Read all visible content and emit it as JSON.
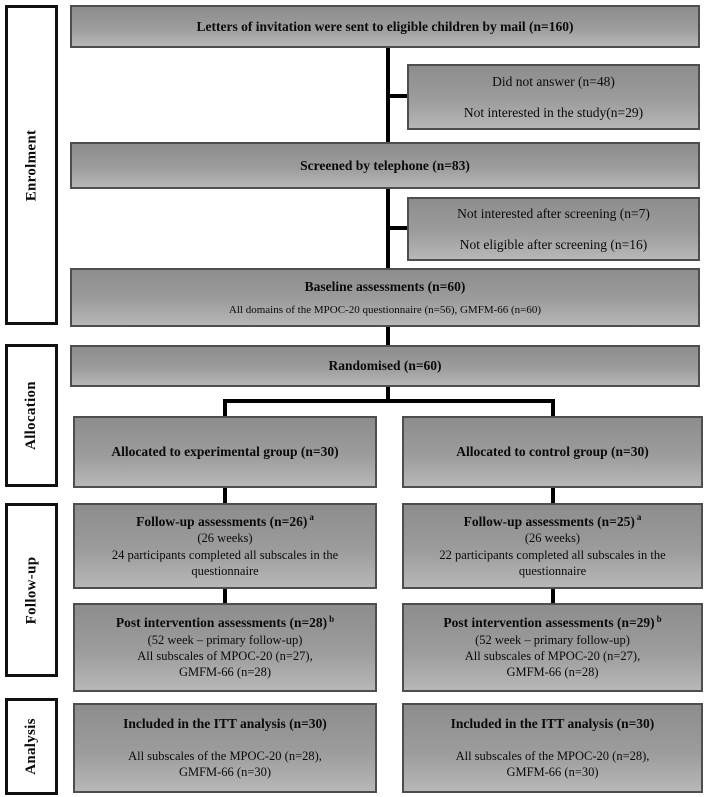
{
  "stages": [
    {
      "label": "Enrolment"
    },
    {
      "label": "Allocation"
    },
    {
      "label": "Follow-up"
    },
    {
      "label": "Analysis"
    }
  ],
  "flow": {
    "invitation": {
      "title": "Letters of invitation were sent to eligible children by mail (n=160)"
    },
    "excluded_mail": {
      "line1": "Did not answer (n=48)",
      "line2": "Not interested in the study(n=29)"
    },
    "screened": {
      "title": "Screened by telephone (n=83)"
    },
    "excluded_screening": {
      "line1": "Not interested after screening (n=7)",
      "line2": "Not eligible after screening (n=16)"
    },
    "baseline": {
      "title": "Baseline assessments (n=60)",
      "subtitle": "All domains of the MPOC-20 questionnaire (n=56), GMFM-66 (n=60)"
    },
    "randomised": {
      "title": "Randomised (n=60)"
    },
    "experimental": {
      "allocated": {
        "title": "Allocated to experimental group (n=30)"
      },
      "followup": {
        "title": "Follow-up assessments (n=26)",
        "sup": "a",
        "line1": "(26 weeks)",
        "line2": "24 participants completed all subscales in the questionnaire"
      },
      "post": {
        "title": "Post intervention assessments (n=28)",
        "sup": "b",
        "line1": "(52 week – primary follow-up)",
        "line2": "All subscales of MPOC-20 (n=27),",
        "line3": "GMFM-66 (n=28)"
      },
      "itt": {
        "title": "Included in the ITT analysis (n=30)",
        "line1": "All subscales of the MPOC-20 (n=28),",
        "line2": "GMFM-66 (n=30)"
      }
    },
    "control": {
      "allocated": {
        "title": "Allocated to control group (n=30)"
      },
      "followup": {
        "title": "Follow-up assessments (n=25)",
        "sup": "a",
        "line1": "(26 weeks)",
        "line2": "22 participants completed all subscales in the questionnaire"
      },
      "post": {
        "title": "Post intervention assessments (n=29)",
        "sup": "b",
        "line1": "(52 week – primary follow-up)",
        "line2": "All subscales of MPOC-20 (n=27),",
        "line3": "GMFM-66 (n=28)"
      },
      "itt": {
        "title": "Included in the ITT analysis (n=30)",
        "line1": "All subscales of the MPOC-20 (n=28),",
        "line2": "GMFM-66 (n=30)"
      }
    }
  },
  "colors": {
    "box_fill_top": "#8d8d8d",
    "box_fill_bottom": "#b7b7b7",
    "box_border": "#4e4e4e",
    "stage_border": "#111111",
    "connector": "#000000",
    "background": "#ffffff"
  }
}
